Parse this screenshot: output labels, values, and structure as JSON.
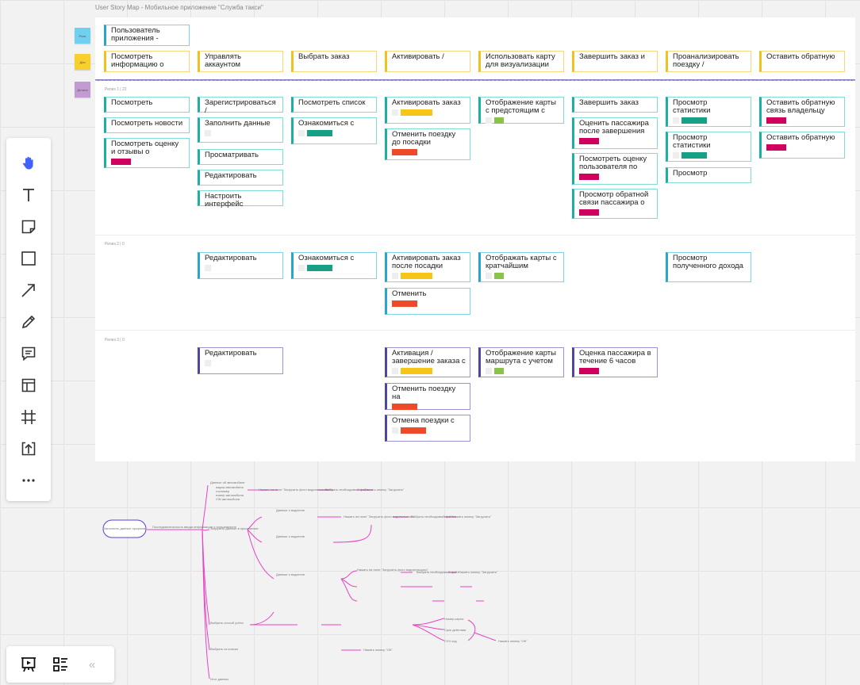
{
  "board_title": "User Story Map - Мобильное приложение \"Служба такси\"",
  "colors": {
    "yellow_chip": "#f5c518",
    "green_chip": "#8bc34a",
    "teal_chip": "#16a085",
    "magenta_chip": "#d1005e",
    "orange_chip": "#ee4a2a",
    "purple_line": "#8e7cc3"
  },
  "tags": [
    {
      "label": "Роль",
      "color": "#6fd0f0"
    },
    {
      "label": "Дея",
      "color": "#f7d02c"
    },
    {
      "label": "Детали",
      "color": "#c39bd3"
    }
  ],
  "releases": [
    {
      "label": "Релиз 1",
      "count": "22"
    },
    {
      "label": "Релиз 2",
      "count": "0"
    },
    {
      "label": "Релиз 3",
      "count": "0"
    }
  ],
  "role_card": "Пользователь приложения -",
  "activities": [
    "Посмотреть информацию о",
    "Управлять аккаунтом",
    "Выбрать заказ",
    "Активировать /",
    "Использовать карту для визуализации",
    "Завершить заказ и",
    "Проанализировать поездку /",
    "Оставить обратную"
  ],
  "stories_r1": [
    [
      "Посмотреть",
      "Посмотреть новости",
      "Посмотреть оценку и отзывы о"
    ],
    [
      "Зарегистрироваться /",
      "Заполнить данные",
      "Просматривать",
      "Редактировать",
      "Настроить интерфейс"
    ],
    [
      "Посмотреть список",
      "Ознакомиться с"
    ],
    [
      "Активировать заказ",
      "Отменить поездку до посадки пассажира"
    ],
    [
      "Отображение карты с предстоящим с"
    ],
    [
      "Завершить заказ",
      "Оценить пассажира после завершения",
      "Посмотреть оценку пользователя по",
      "Просмотр обратной связи пассажира о"
    ],
    [
      "Просмотр статистики завешенных поездок",
      "Просмотр статистики завершённых",
      "Просмотр"
    ],
    [
      "Оставить обратную связь владельцу",
      "Оставить обратную"
    ]
  ],
  "stories_r2": [
    "Редактировать",
    "Ознакомиться с",
    "Активировать заказ после посадки",
    "Отменить",
    "Отображать карты с кратчайшим",
    "Просмотр полученного дохода"
  ],
  "stories_r3": [
    "Редактировать",
    "Активация / завершение заказа с",
    "Отменить поездку на",
    "Отмена поездки с",
    "Отображение карты маршрута с учетом",
    "Оценка пассажира в течение 6 часов"
  ],
  "mindmap": {
    "root": "Заполнить данные профиля",
    "branch": "Последовательность ввода информации о пользователе",
    "n1": "Данные об автомобиле",
    "n1a": "марка автомобиля",
    "n1b": "госномер",
    "n1c": "номер автомобиля",
    "n1d": "VIN автомобиля",
    "n2": "Загрузить данные в приложение",
    "n3": "Данные о водителе",
    "n4": "Выбрать способ учёта",
    "n5": "Выбрать из списка",
    "n6": "Итог данных",
    "a1": "Нажать на поле \"Загрузить фото водительского\"",
    "a2": "Выбрать необходимый файл",
    "a3": "Нажать кнопку \"Загрузить\"",
    "a4": "Нажать кнопку \"ОК\"",
    "a5": "Номер карты",
    "a6": "Срок действия",
    "a7": "CVV код"
  },
  "toolbar": {
    "tools": [
      "hand-icon",
      "text-icon",
      "sticky-note-icon",
      "shape-icon",
      "arrow-icon",
      "pen-icon",
      "comment-icon",
      "template-icon",
      "frame-icon",
      "upload-icon",
      "more-icon"
    ]
  },
  "bottom": {
    "collapse_glyph": "«"
  }
}
